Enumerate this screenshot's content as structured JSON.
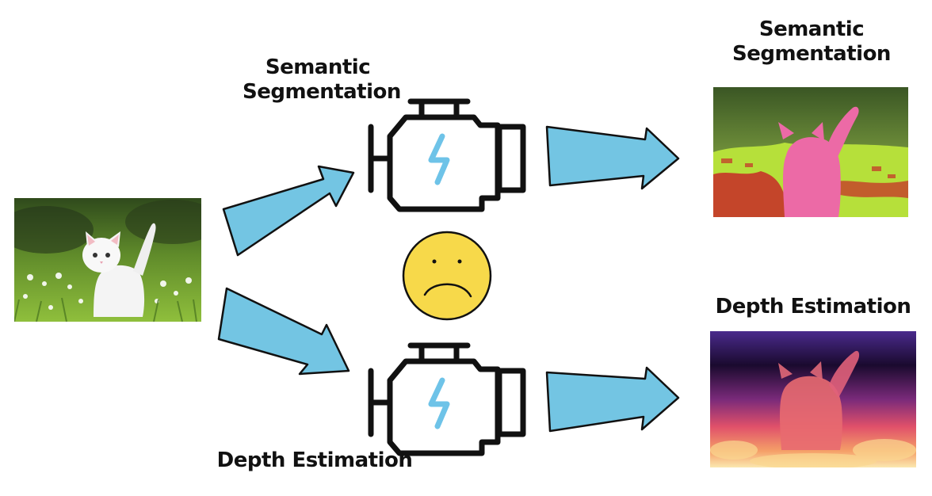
{
  "engine_top": {
    "label_line1": "Semantic",
    "label_line2": "Segmentation"
  },
  "engine_bottom": {
    "label": "Depth Estimation"
  },
  "output_top": {
    "label_line1": "Semantic",
    "label_line2": "Segmentation"
  },
  "output_bottom": {
    "label": "Depth Estimation"
  },
  "icons": {
    "engine": "engine-icon",
    "sad_face": "sad-face-icon",
    "lightning": "lightning-icon"
  },
  "colors": {
    "arrow_fill": "#73c5e3",
    "lightning": "#6ec3e8",
    "face_fill": "#f7d94a",
    "seg_cat": "#ec6aa6",
    "seg_grass": "#b6e03a",
    "seg_soil": "#c4452a"
  }
}
